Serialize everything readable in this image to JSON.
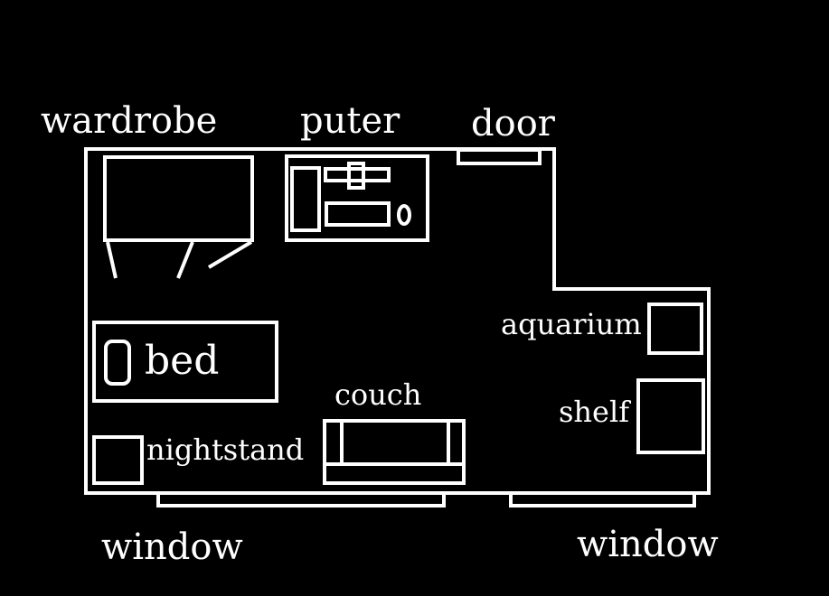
{
  "diagram": {
    "labels": {
      "wardrobe": "wardrobe",
      "computer": "puter",
      "door": "door",
      "aquarium": "aquarium",
      "bed": "bed",
      "couch": "couch",
      "shelf": "shelf",
      "nightstand": "nightstand",
      "window_left": "window",
      "window_right": "window"
    },
    "colors": {
      "background": "#000000",
      "line": "#ffffff"
    }
  }
}
